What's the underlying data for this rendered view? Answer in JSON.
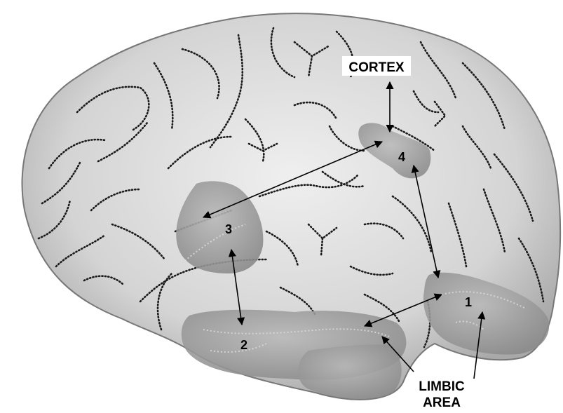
{
  "labels": {
    "cortex": "CORTEX",
    "limbic_line1": "LIMBIC",
    "limbic_line2": "AREA"
  },
  "regions": [
    {
      "id": "1",
      "label": "1"
    },
    {
      "id": "2",
      "label": "2"
    },
    {
      "id": "3",
      "label": "3"
    },
    {
      "id": "4",
      "label": "4"
    }
  ],
  "colors": {
    "brain_light": "#ececec",
    "brain_mid": "#bdbdbd",
    "brain_outline": "#7a7a7a",
    "region_fill": "#9a9a9a",
    "sulci": "#1a1a1a",
    "arrow": "#000000"
  }
}
